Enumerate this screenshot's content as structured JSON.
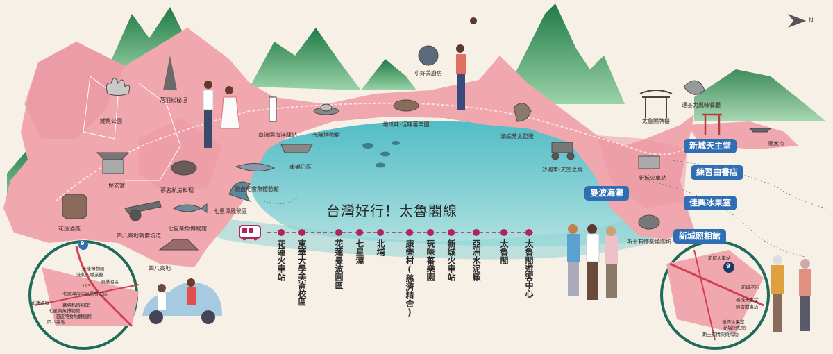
{
  "map": {
    "title": "台灣好行！太魯閣線",
    "compass_label": "N",
    "places": [
      {
        "id": "luoyu",
        "name": "落羽松秘境"
      },
      {
        "id": "lotus",
        "name": "鯉魚公園"
      },
      {
        "id": "baoan",
        "name": "保安宮"
      },
      {
        "id": "winery",
        "name": "花蓮酒廠"
      },
      {
        "id": "farm",
        "name": "慕名私房料理"
      },
      {
        "id": "bunker",
        "name": "四八高地戰備坑道"
      },
      {
        "id": "fortyeight",
        "name": "四八高地"
      },
      {
        "id": "qixing_fish",
        "name": "七星柴魚博物館"
      },
      {
        "id": "qixing_scenic",
        "name": "七星潭風景區"
      },
      {
        "id": "lighthouse",
        "name": "南濱園海洋驛站"
      },
      {
        "id": "ufo",
        "name": "光隆博物館"
      },
      {
        "id": "kangle",
        "name": "康樂泊區"
      },
      {
        "id": "marlin",
        "name": "洄遊吧食魚體驗館"
      },
      {
        "id": "kitchen",
        "name": "小好美廚房"
      },
      {
        "id": "sweetpotato",
        "name": "地瓜味-玩味蕃樂園"
      },
      {
        "id": "cheese",
        "name": "滿庭芳太監雞"
      },
      {
        "id": "atv",
        "name": "沙灘車-天空之鏡"
      },
      {
        "id": "xincheng_station",
        "name": "新城火車站"
      },
      {
        "id": "taroko_arch",
        "name": "太魯閣牌樓"
      },
      {
        "id": "dakeli",
        "name": "達基力風味餐廳"
      },
      {
        "id": "canoe",
        "name": "獨木舟"
      },
      {
        "id": "teapot",
        "name": "斯土有情柴燒陶坊"
      }
    ],
    "badges": [
      {
        "id": "manbo",
        "name": "曼波海灘"
      },
      {
        "id": "church",
        "name": "新城天主堂"
      },
      {
        "id": "calligraphy",
        "name": "練習曲書店"
      },
      {
        "id": "jiaxing",
        "name": "佳興冰果室"
      },
      {
        "id": "photo",
        "name": "新城照相館"
      }
    ],
    "route_stops": [
      "花蓮火車站",
      "東華大學美崙校區",
      "花蓮曼波園區",
      "七星潭",
      "北埔",
      "康樂村(慈濟精舍)",
      "玩味蕃樂園",
      "新城火車站",
      "亞洲水泥廠",
      "太魯閣",
      "太魯閣遊客中心"
    ],
    "inset_left": {
      "route_no": "9",
      "road_no": "193",
      "labels": [
        "光隆博物館",
        "洗刺入職業館",
        "康樂泊區",
        "七星潭海岸風景特定區",
        "慕名私房料理",
        "七星柴魚博物館",
        "洄遊吧食魚體驗館",
        "花蓮酒廠",
        "四八高地"
      ]
    },
    "inset_right": {
      "route_no": "9",
      "labels": [
        "新城火車站",
        "新城老街",
        "新城天主堂",
        "練習曲書店",
        "佳興冰果室",
        "新城照相館",
        "斯土有情柴燒陶坊"
      ]
    },
    "colors": {
      "land": "#f0a7ad",
      "land_dark": "#e98e97",
      "sea": "#5fc3cc",
      "mountain": "#2f8f55",
      "badge": "#2f6db5",
      "route": "#b0245a",
      "background": "#f7f0e6"
    }
  }
}
